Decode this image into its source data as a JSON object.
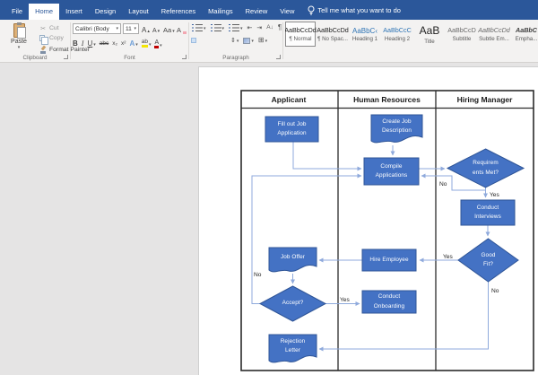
{
  "app": {
    "tabs": [
      "File",
      "Home",
      "Insert",
      "Design",
      "Layout",
      "References",
      "Mailings",
      "Review",
      "View"
    ],
    "active_tab": "Home",
    "tell_me": "Tell me what you want to do"
  },
  "ribbon": {
    "clipboard": {
      "group_label": "Clipboard",
      "paste_label": "Paste",
      "cut_label": "Cut",
      "copy_label": "Copy",
      "format_painter_label": "Format Painter"
    },
    "font": {
      "group_label": "Font",
      "font_name": "Calibri (Body",
      "font_size": "11",
      "grow": "A",
      "shrink": "A",
      "change_case": "Aa",
      "clear": "A",
      "bold": "B",
      "italic": "I",
      "underline": "U",
      "strike": "abc",
      "subscript": "x₂",
      "superscript": "x²",
      "effects": "A",
      "highlight": "ab",
      "color": "A"
    },
    "paragraph": {
      "group_label": "Paragraph",
      "sort": "A↓",
      "pilcrow": "¶",
      "spacing": "⇕",
      "borders": "⊞",
      "indent_left": "⇤",
      "indent_right": "⇥"
    },
    "styles": {
      "items": [
        {
          "sample": "AaBbCcDd",
          "label": "¶ Normal"
        },
        {
          "sample": "AaBbCcDd",
          "label": "¶ No Spac..."
        },
        {
          "sample": "AaBbC‹",
          "label": "Heading 1"
        },
        {
          "sample": "AaBbCcC",
          "label": "Heading 2"
        },
        {
          "sample": "AaB",
          "label": "Title"
        },
        {
          "sample": "AaBbCcD",
          "label": "Subtitle"
        },
        {
          "sample": "AaBbCcDd",
          "label": "Subtle Em..."
        },
        {
          "sample": "AaBbC",
          "label": "Empha..."
        }
      ]
    }
  },
  "diagram": {
    "lanes": [
      "Applicant",
      "Human Resources",
      "Hiring Manager"
    ],
    "nodes": [
      {
        "id": "fill-out-job-application",
        "type": "process",
        "label": "Fill out Job\nApplication"
      },
      {
        "id": "create-job-description",
        "type": "document",
        "label": "Create Job\nDescription"
      },
      {
        "id": "compile-applications",
        "type": "process",
        "label": "Compile\nApplications"
      },
      {
        "id": "requirements-met",
        "type": "decision",
        "label": "Requirem\nents Met?"
      },
      {
        "id": "conduct-interviews",
        "type": "process",
        "label": "Conduct\nInterviews"
      },
      {
        "id": "good-fit",
        "type": "decision",
        "label": "Good\nFit?"
      },
      {
        "id": "hire-employee",
        "type": "process",
        "label": "Hire Employee"
      },
      {
        "id": "job-offer",
        "type": "document",
        "label": "Job Offer"
      },
      {
        "id": "accept",
        "type": "decision",
        "label": "Accept?"
      },
      {
        "id": "conduct-onboarding",
        "type": "process",
        "label": "Conduct\nOnboarding"
      },
      {
        "id": "rejection-letter",
        "type": "document",
        "label": "Rejection\nLetter"
      }
    ],
    "edges": [
      {
        "from": "fill-out-job-application",
        "to": "compile-applications",
        "label": ""
      },
      {
        "from": "create-job-description",
        "to": "compile-applications",
        "label": ""
      },
      {
        "from": "compile-applications",
        "to": "requirements-met",
        "label": ""
      },
      {
        "from": "requirements-met",
        "to": "compile-applications",
        "label": "No"
      },
      {
        "from": "requirements-met",
        "to": "conduct-interviews",
        "label": "Yes"
      },
      {
        "from": "conduct-interviews",
        "to": "good-fit",
        "label": ""
      },
      {
        "from": "good-fit",
        "to": "hire-employee",
        "label": "Yes"
      },
      {
        "from": "hire-employee",
        "to": "job-offer",
        "label": ""
      },
      {
        "from": "job-offer",
        "to": "accept",
        "label": ""
      },
      {
        "from": "accept",
        "to": "conduct-onboarding",
        "label": "Yes"
      },
      {
        "from": "accept",
        "to": "compile-applications",
        "label": "No"
      },
      {
        "from": "good-fit",
        "to": "rejection-letter",
        "label": "No"
      }
    ],
    "colors": {
      "shape_fill": "#4472c4",
      "shape_stroke": "#2f5597",
      "connector": "#8faadc"
    }
  },
  "colors": {
    "titlebar": "#2b579a",
    "ribbon_bg": "#f3f2f1",
    "canvas_bg": "#e5e4e4",
    "page": "#ffffff"
  }
}
